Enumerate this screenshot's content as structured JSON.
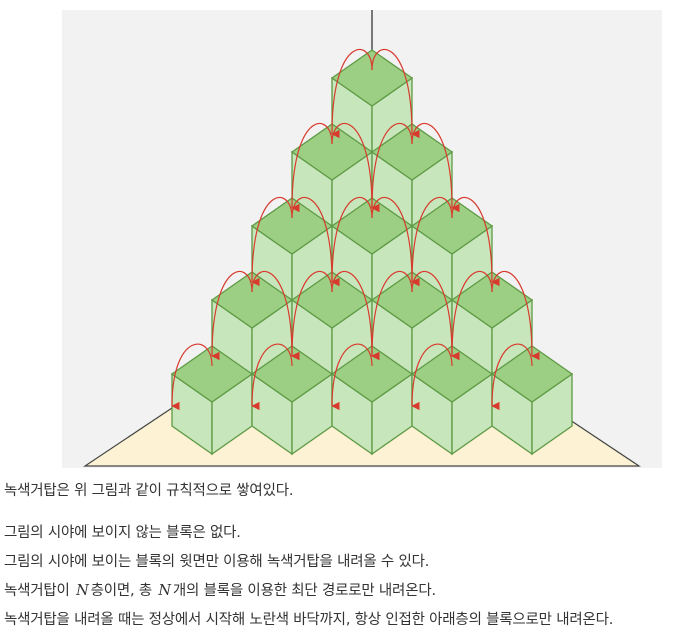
{
  "colors": {
    "figure_background": "#f2f2f2",
    "floor": "#fdf3d4",
    "block_top": "#9ccf83",
    "block_side": "#c8e6bb",
    "block_edge": "#5e9a45",
    "arrow": "#d83a2e",
    "axis_line": "#444444"
  },
  "figure": {
    "layer_block_counts": [
      1,
      2,
      3,
      4,
      5
    ]
  },
  "paragraphs": {
    "intro": "녹색거탑은 위 그림과 같이 규칙적으로 쌓여있다.",
    "rule1": "그림의 시야에 보이지 않는 블록은 없다.",
    "rule2": "그림의 시야에 보이는 블록의 윗면만 이용해 녹색거탑을 내려올 수 있다.",
    "rule3_a": "녹색거탑이 ",
    "rule3_var1": "N",
    "rule3_b": "층이면, 총 ",
    "rule3_var2": "N",
    "rule3_c": "개의 블록을 이용한 최단 경로로만 내려온다.",
    "rule4": "녹색거탑을 내려올 때는 정상에서 시작해 노란색 바닥까지, 항상 인접한 아래층의 블록으로만 내려온다."
  }
}
